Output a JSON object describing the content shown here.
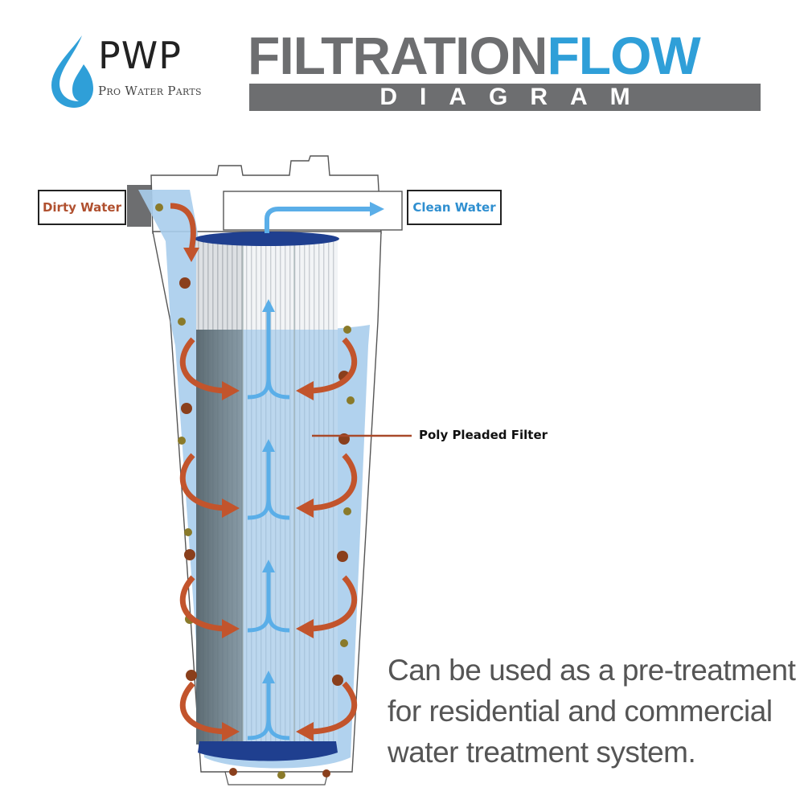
{
  "logo": {
    "brand": "PWP",
    "tagline": "Pro Water Parts",
    "icon": "water-drop-icon"
  },
  "title": {
    "part1": "FILTRATION",
    "part2": "FLOW",
    "subtitle": "DIAGRAM"
  },
  "labels": {
    "dirty_water": "Dirty Water",
    "clean_water": "Clean Water",
    "filter": "Poly Pleaded Filter"
  },
  "caption": {
    "lines": [
      "Can be used as a pre-treatment",
      "for residential and commercial",
      "water treatment system."
    ]
  },
  "colors": {
    "title_gray": "#6d6e70",
    "title_blue": "#2f9fd8",
    "dirty_orange": "#c2542c",
    "clean_blue": "#5aaee8",
    "water": "#a9cdec",
    "cap_navy": "#1f3f8f"
  }
}
